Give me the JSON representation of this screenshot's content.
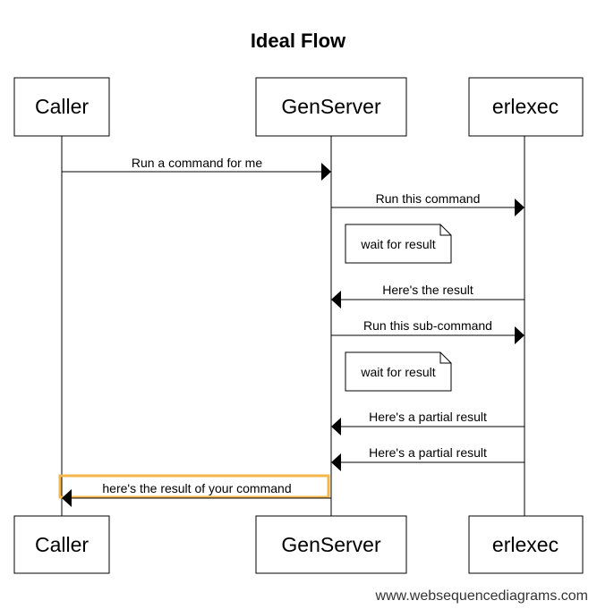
{
  "title": "Ideal Flow",
  "participants": [
    {
      "id": "caller",
      "label": "Caller"
    },
    {
      "id": "genserver",
      "label": "GenServer"
    },
    {
      "id": "erlexec",
      "label": "erlexec"
    }
  ],
  "messages": [
    {
      "from": "caller",
      "to": "genserver",
      "label": "Run a command for me"
    },
    {
      "from": "genserver",
      "to": "erlexec",
      "label": "Run this command"
    },
    {
      "note_on": "genserver",
      "label": "wait for result"
    },
    {
      "from": "erlexec",
      "to": "genserver",
      "label": "Here's the result"
    },
    {
      "from": "genserver",
      "to": "erlexec",
      "label": "Run this sub-command"
    },
    {
      "note_on": "genserver",
      "label": "wait for result"
    },
    {
      "from": "erlexec",
      "to": "genserver",
      "label": "Here's a partial result"
    },
    {
      "from": "erlexec",
      "to": "genserver",
      "label": "Here's a partial result"
    },
    {
      "from": "genserver",
      "to": "caller",
      "label": "here's the result of your command",
      "highlighted": true
    }
  ],
  "highlight_color": "#f5b74a",
  "watermark": "www.websequencediagrams.com"
}
